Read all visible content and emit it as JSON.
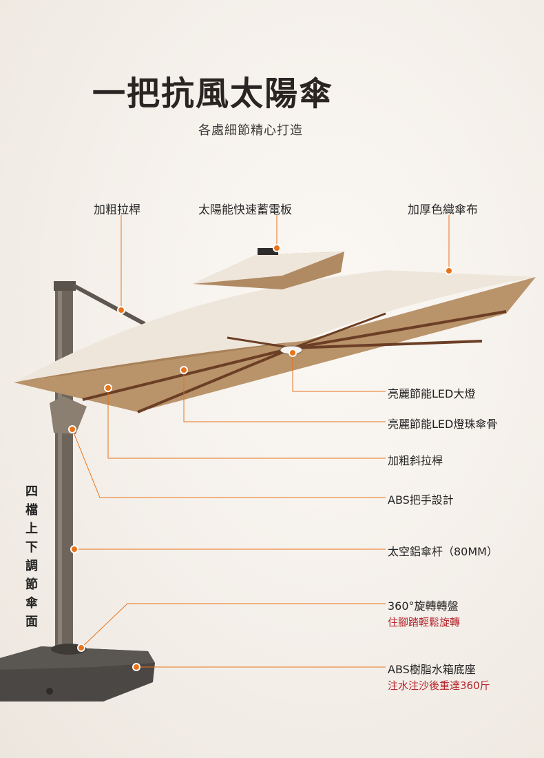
{
  "title": "一把抗風太陽傘",
  "subtitle": "各處細節精心打造",
  "top_labels": {
    "pull_rod": "加粗拉桿",
    "solar_panel": "太陽能快速蓄電板",
    "fabric": "加厚色織傘布"
  },
  "callouts": {
    "led_lamp": "亮麗節能LED大燈",
    "led_ribs": "亮麗節能LED燈珠傘骨",
    "diagonal_rod": "加粗斜拉桿",
    "abs_handle": "ABS把手設計",
    "pole": "太空鋁傘杆（80MM）",
    "rotation": "360°旋轉轉盤",
    "rotation_note": "住腳踏輕鬆旋轉",
    "base": "ABS樹脂水箱底座",
    "base_note": "注水注沙後重達360斤"
  },
  "side_label": "四檔上下調節傘面",
  "colors": {
    "accent": "#e8731a",
    "note_red": "#b5232b",
    "canopy_top": "#efe6db",
    "canopy_under": "#b9936a",
    "pole": "#6d655c",
    "base": "#4a4744"
  }
}
